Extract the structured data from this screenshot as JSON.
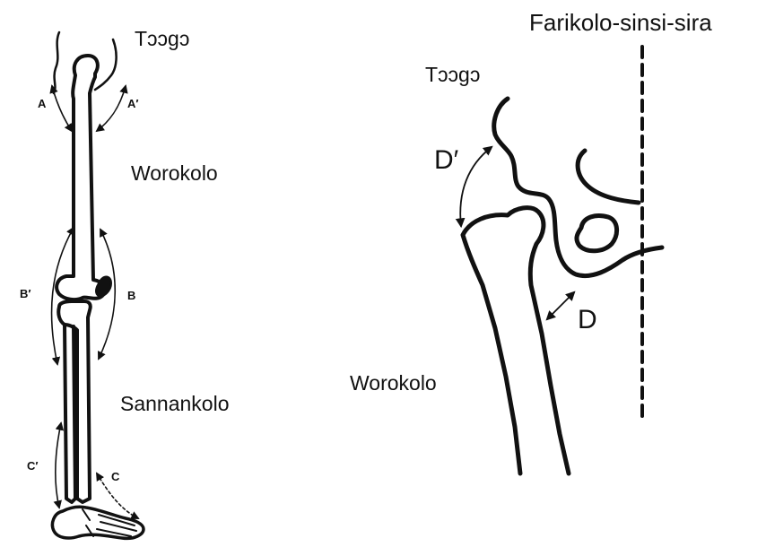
{
  "left_figure": {
    "hip_label": "Tɔɔgɔ",
    "thigh_label": "Worokolo",
    "shin_label": "Sannankolo",
    "angle_labels": {
      "a": "A",
      "a_prime": "A′",
      "b": "B",
      "b_prime": "B′",
      "c": "C",
      "c_prime": "C′"
    }
  },
  "right_figure": {
    "midline_label": "Farikolo-sinsi-sira",
    "hip_label": "Tɔɔgɔ",
    "thigh_label": "Worokolo",
    "angle_labels": {
      "d": "D",
      "d_prime": "D′"
    }
  },
  "colors": {
    "ink": "#111111",
    "background": "#ffffff"
  }
}
